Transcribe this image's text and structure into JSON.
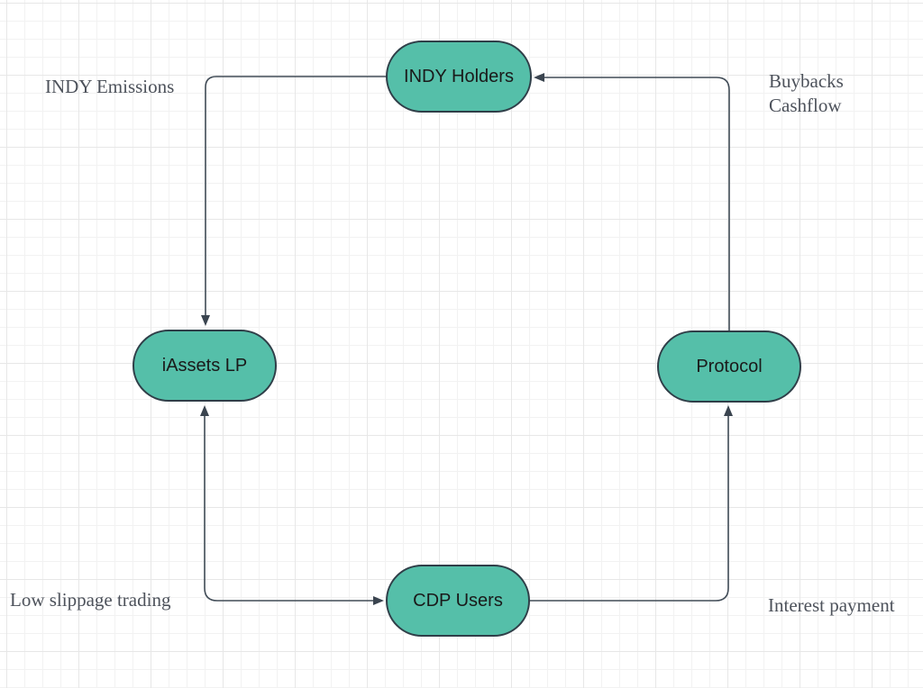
{
  "diagram": {
    "nodes": {
      "indy_holders": {
        "label": "INDY Holders"
      },
      "iassets_lp": {
        "label": "iAssets LP"
      },
      "protocol": {
        "label": "Protocol"
      },
      "cdp_users": {
        "label": "CDP Users"
      }
    },
    "annotations": {
      "indy_emissions": {
        "text": "INDY Emissions"
      },
      "buybacks_cashflow": {
        "line1": "Buybacks",
        "line2": "Cashflow"
      },
      "low_slippage": {
        "text": "Low slippage trading"
      },
      "interest_payment": {
        "text": "Interest payment"
      }
    },
    "edges": [
      {
        "from": "INDY Holders",
        "to": "iAssets LP",
        "annotation": "INDY Emissions",
        "direction": "one-way"
      },
      {
        "from": "iAssets LP",
        "to": "CDP Users",
        "annotation": "Low slippage trading",
        "direction": "two-way"
      },
      {
        "from": "CDP Users",
        "to": "Protocol",
        "annotation": "Interest payment",
        "direction": "one-way"
      },
      {
        "from": "Protocol",
        "to": "INDY Holders",
        "annotation": "Buybacks Cashflow",
        "direction": "one-way"
      }
    ],
    "colors": {
      "node_fill": "#55bfa9",
      "node_stroke": "#2f3e48",
      "node_text": "#1a1a1a",
      "edge_stroke": "#414c57",
      "arrow_fill": "#3a444f",
      "annotation_text": "#4d525b",
      "grid_minor": "#f2f2f2",
      "grid_major": "#e7e7e7",
      "canvas_bg": "#ffffff"
    }
  }
}
